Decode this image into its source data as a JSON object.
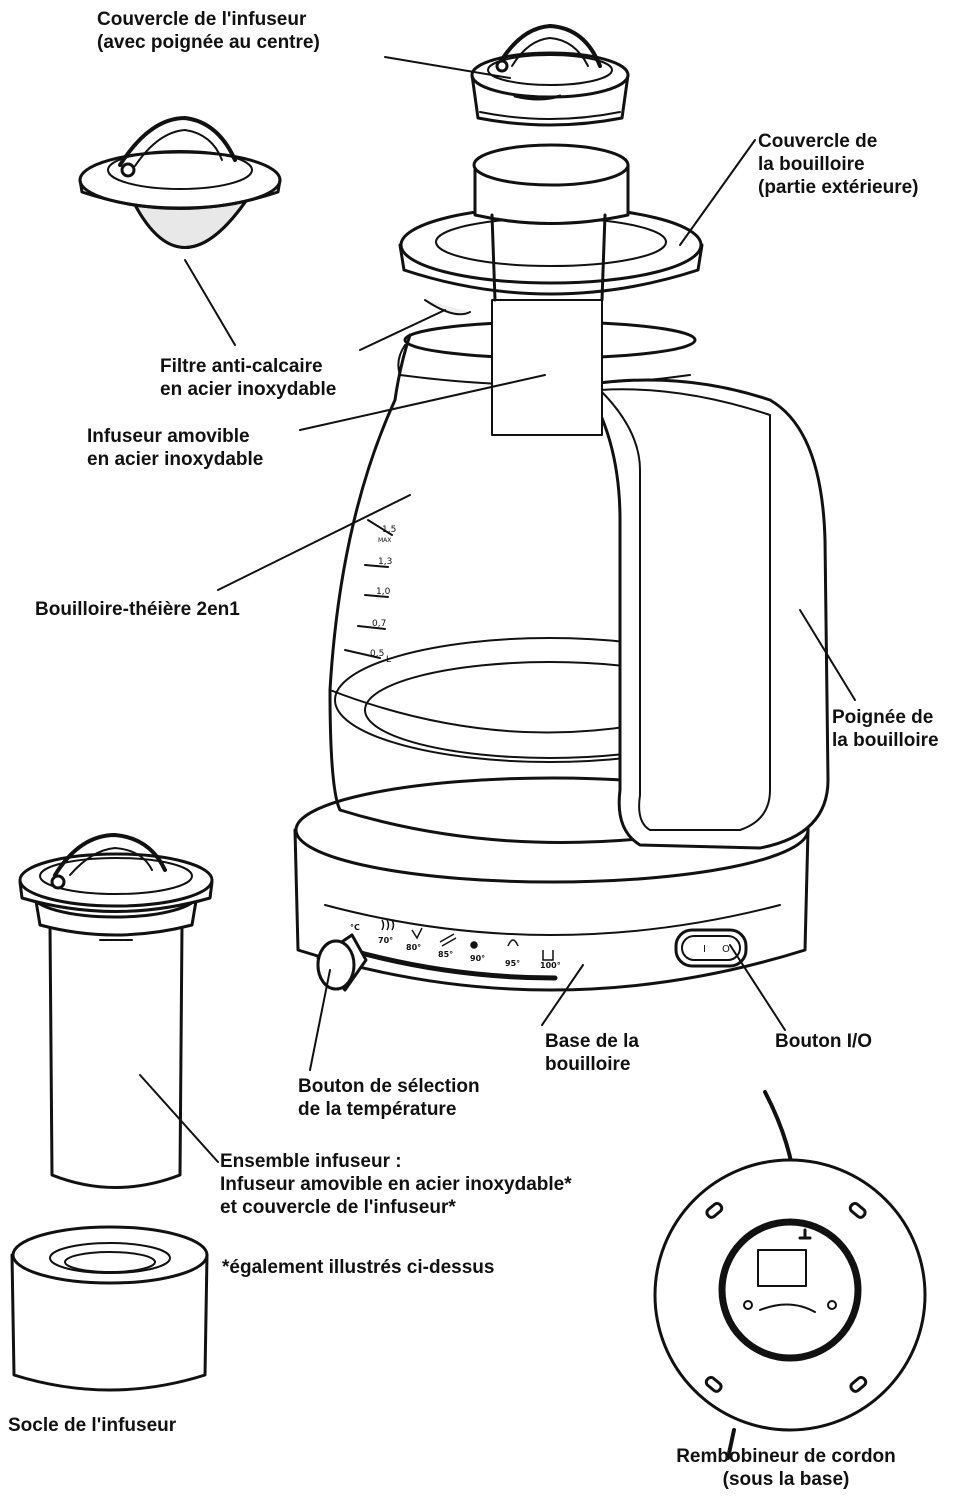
{
  "labels": {
    "infuser_lid": [
      "Couvercle de l'infuseur",
      "(avec poignée au centre)"
    ],
    "kettle_lid": [
      "Couvercle de",
      "la bouilloire",
      "(partie extérieure)"
    ],
    "scale_filter": [
      "Filtre anti-calcaire",
      "en acier inoxydable"
    ],
    "removable_infuser": [
      "Infuseur amovible",
      "en acier inoxydable"
    ],
    "kettle": [
      "Bouilloire-théière 2en1"
    ],
    "handle": [
      "Poignée de",
      "la bouilloire"
    ],
    "base": [
      "Base de la",
      "bouilloire"
    ],
    "power_button": [
      "Bouton I/O"
    ],
    "temp_knob": [
      "Bouton de sélection",
      "de la température"
    ],
    "infuser_set": [
      "Ensemble infuseur :",
      "Infuseur amovible en acier inoxydable*",
      "et couvercle de l'infuseur*"
    ],
    "footnote": [
      "*également illustrés ci-dessus"
    ],
    "infuser_stand": [
      "Socle de l'infuseur"
    ],
    "cord_wrap": [
      "Rembobineur de cordon",
      "(sous la base)"
    ]
  },
  "water_scale": {
    "marks": [
      "1,5",
      "1,3",
      "1,0",
      "0,7",
      "0,5"
    ],
    "max_label": "MAX",
    "unit": "L"
  },
  "temperature_scale": {
    "unit": "°C",
    "settings": [
      "70°",
      "80°",
      "85°",
      "90°",
      "95°",
      "100°"
    ]
  },
  "power_switch": {
    "on_symbol": "I",
    "off_symbol": "O"
  }
}
